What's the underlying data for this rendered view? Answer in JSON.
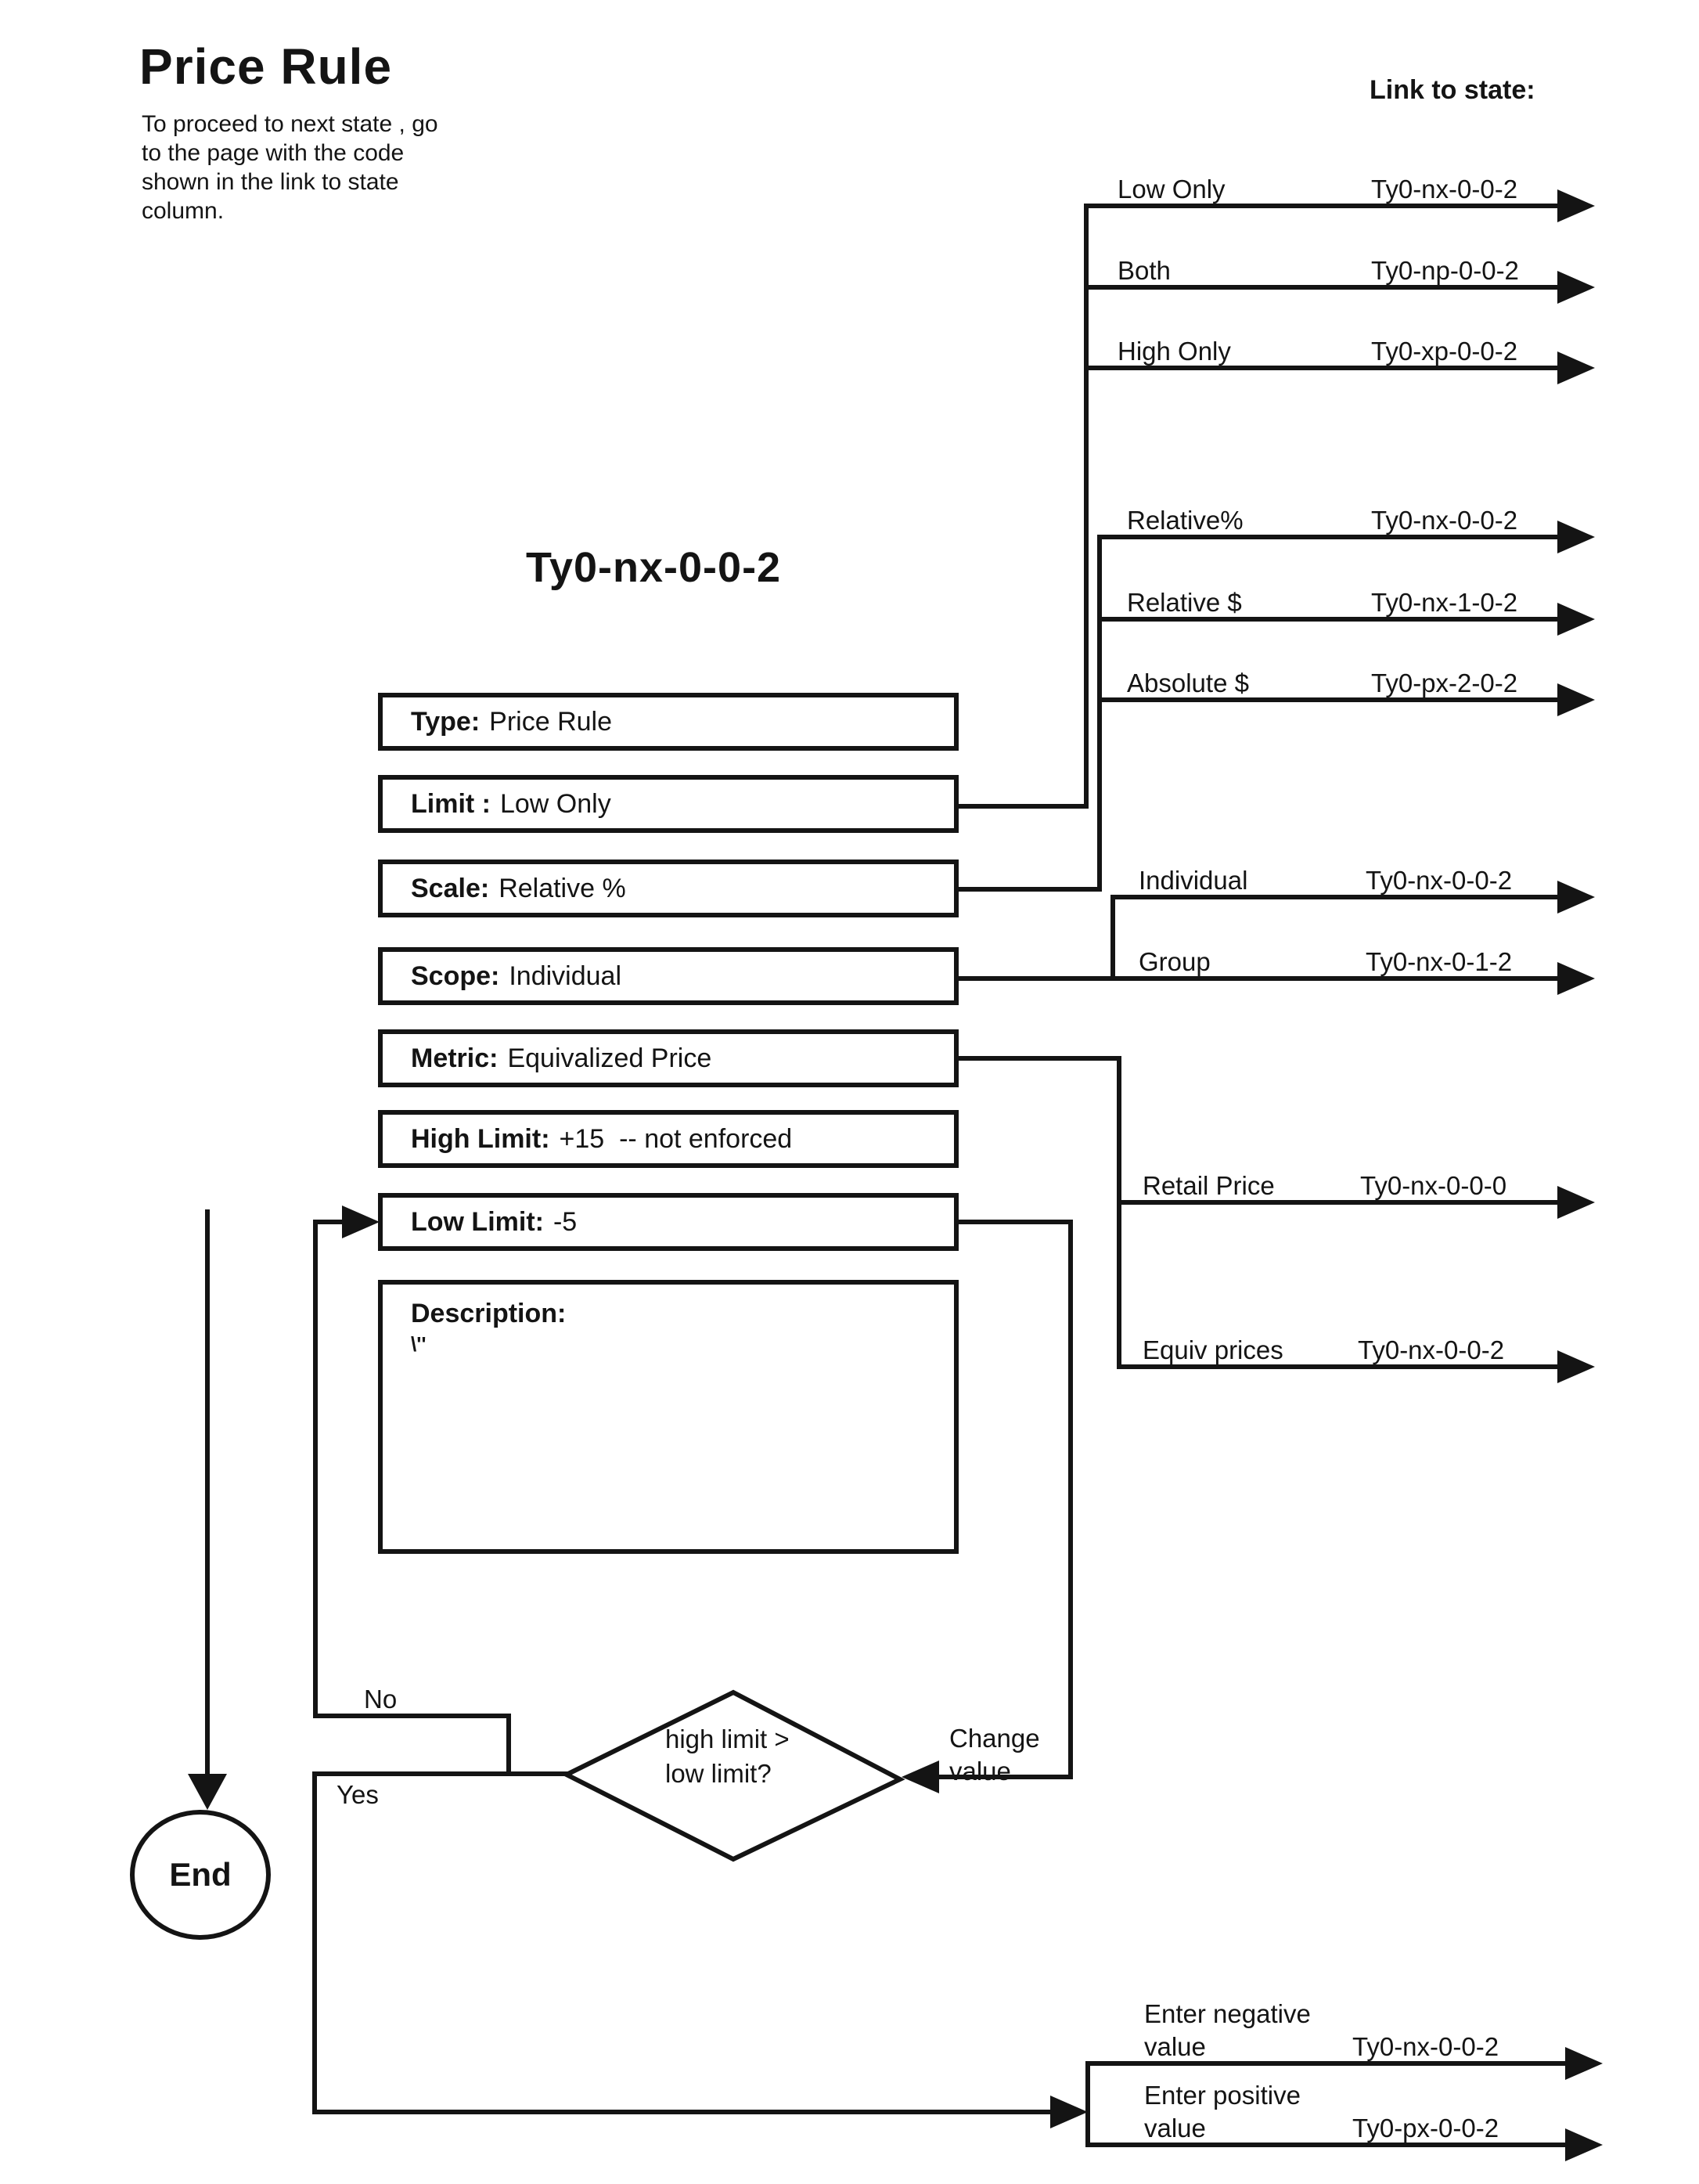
{
  "colors": {
    "ink": "#141414",
    "paper": "#ffffff"
  },
  "page": {
    "title": "Price Rule",
    "instructions": "To proceed to next state , go\nto the page with the code\nshown in the link to state\ncolumn.",
    "state_title": "Ty0-nx-0-0-2",
    "link_column_header": "Link to state:"
  },
  "fields": {
    "type": {
      "name": "Type:",
      "value": "Price Rule"
    },
    "limit": {
      "name": "Limit :",
      "value": "Low Only"
    },
    "scale": {
      "name": "Scale:",
      "value": "Relative %"
    },
    "scope": {
      "name": "Scope:",
      "value": "Individual"
    },
    "metric": {
      "name": "Metric:",
      "value": "Equivalized Price"
    },
    "high_limit": {
      "name": "High Limit:",
      "value": "+15  -- not enforced"
    },
    "low_limit": {
      "name": "Low Limit:",
      "value": "-5"
    },
    "description": {
      "name": "Description:",
      "value": "\\''"
    }
  },
  "links": {
    "rows": [
      {
        "label": "Low Only",
        "code": "Ty0-nx-0-0-2"
      },
      {
        "label": "Both",
        "code": "Ty0-np-0-0-2"
      },
      {
        "label": "High Only",
        "code": "Ty0-xp-0-0-2"
      },
      {
        "label": "Relative%",
        "code": "Ty0-nx-0-0-2"
      },
      {
        "label": "Relative $",
        "code": "Ty0-nx-1-0-2"
      },
      {
        "label": "Absolute $",
        "code": "Ty0-px-2-0-2"
      },
      {
        "label": "Individual",
        "code": "Ty0-nx-0-0-2"
      },
      {
        "label": "Group",
        "code": "Ty0-nx-0-1-2"
      },
      {
        "label": "Retail Price",
        "code": "Ty0-nx-0-0-0"
      },
      {
        "label": "Equiv prices",
        "code": "Ty0-nx-0-0-2"
      },
      {
        "label": "Enter negative\nvalue",
        "code": "Ty0-nx-0-0-2"
      },
      {
        "label": "Enter positive\nvalue",
        "code": "Ty0-px-0-0-2"
      }
    ]
  },
  "decision": {
    "question": "high limit >\nlow limit?",
    "no_label": "No",
    "yes_label": "Yes",
    "change_value_label": "Change\nvalue"
  },
  "terminator": {
    "end_label": "End"
  }
}
